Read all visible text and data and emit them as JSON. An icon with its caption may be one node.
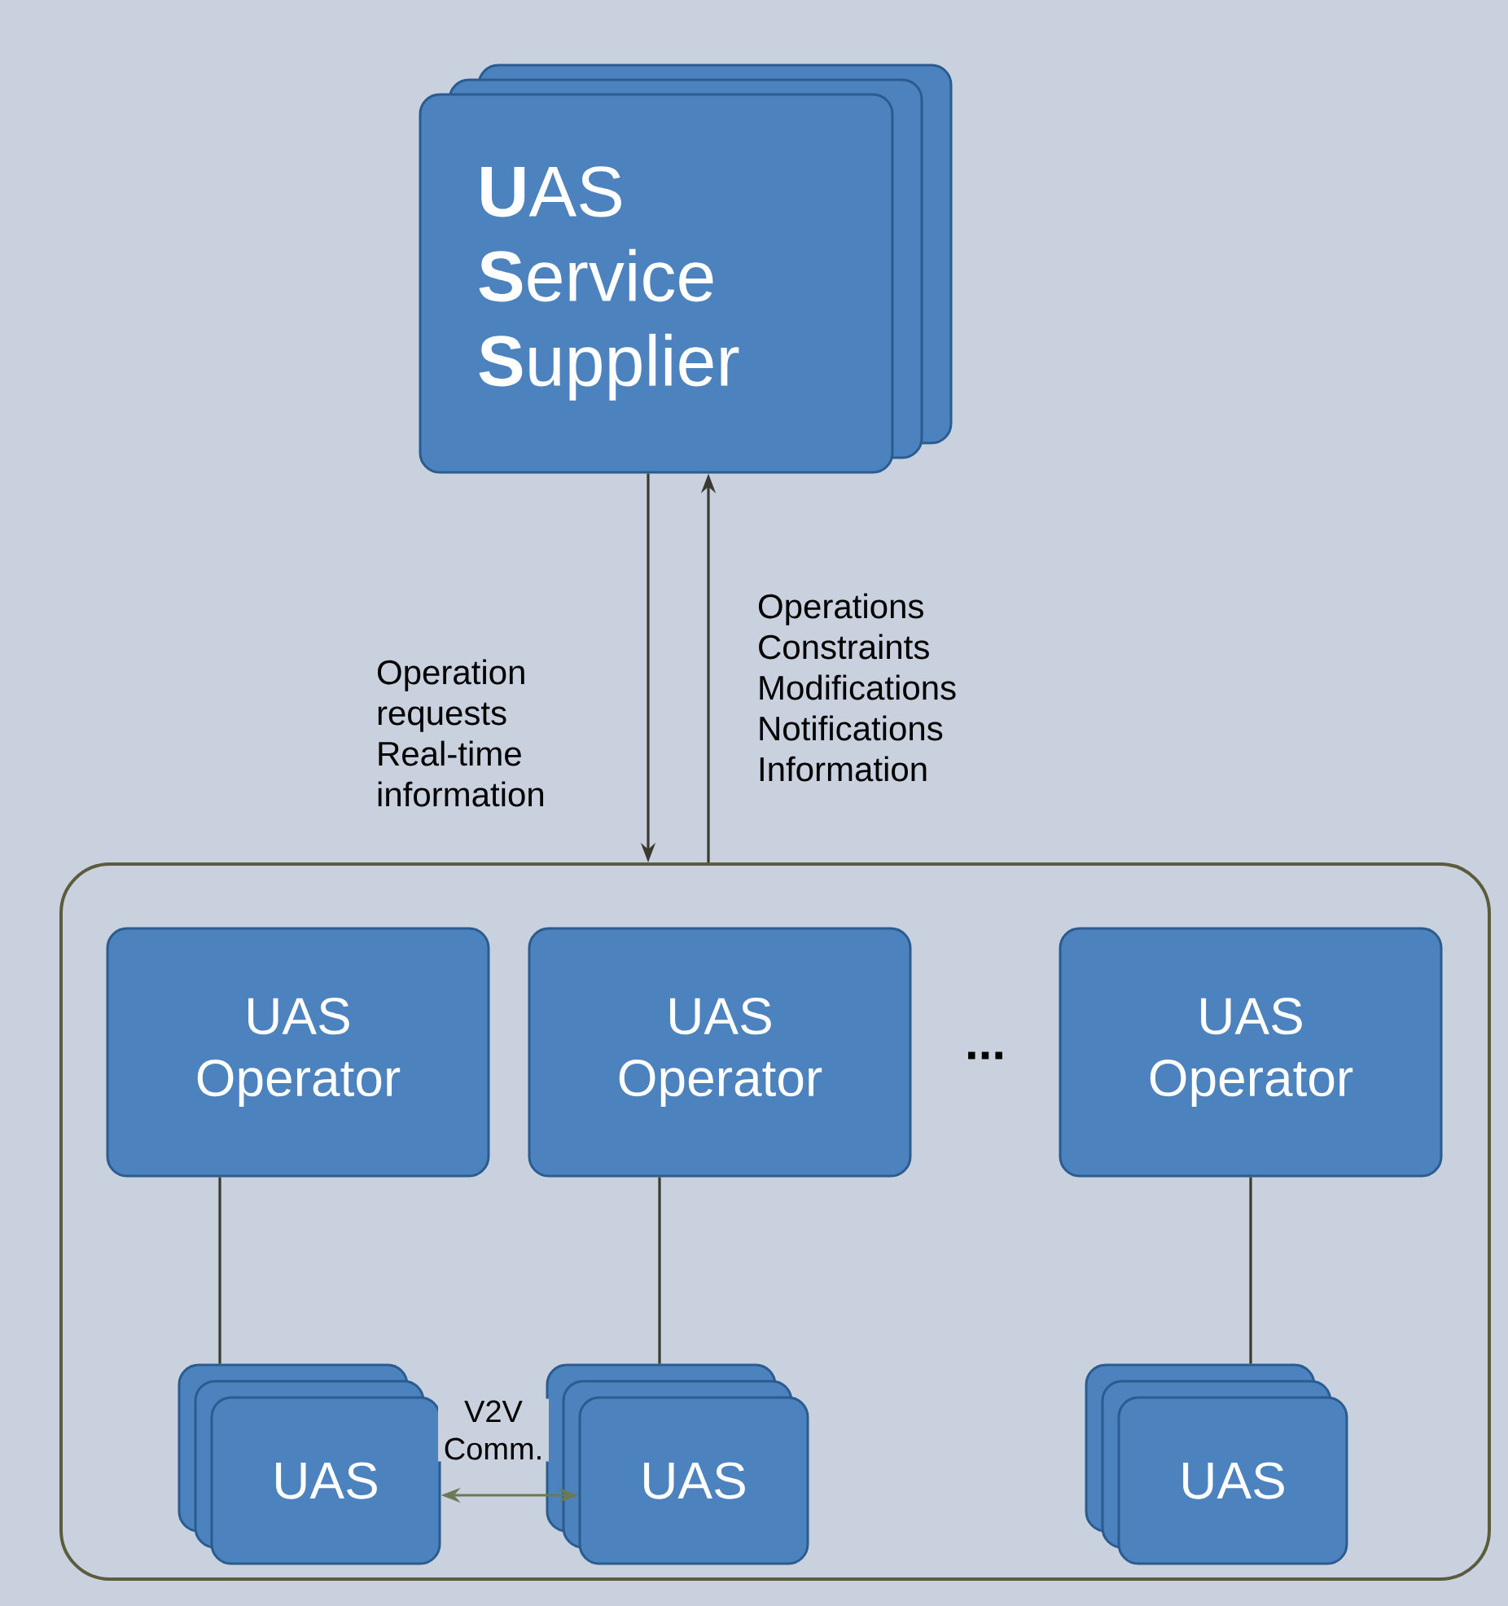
{
  "diagram": {
    "nodes": [
      {
        "text": [
          "**U**AS **S**ervice **S**upplier"
        ]
      },
      {
        "text": [],
        "shape": "box"
      },
      {
        "text": [
          "UAS Operator"
        ],
        "in": 1
      },
      {
        "text": [
          "UAS Operator"
        ],
        "in": 1
      },
      {
        "text": [
          "UAS Operator"
        ],
        "in": 1
      },
      {
        "text": [
          "UAS"
        ],
        "in": 1
      },
      {
        "text": [
          "UAS"
        ],
        "in": 1
      },
      {
        "text": [
          "UAS"
        ],
        "in": 1
      }
    ],
    "edges": [
      {
        "from": 0,
        "to": 1,
        "arrow": "to",
        "label": "Operation requests Real-time information"
      },
      {
        "from": 1,
        "to": 0,
        "arrow": "to",
        "label": "Operations Constraints Modifications Notifications Information"
      },
      {
        "from": 2,
        "to": 5,
        "arrow": "none"
      },
      {
        "from": 3,
        "to": 6,
        "arrow": "none"
      },
      {
        "from": 4,
        "to": 7,
        "arrow": "none"
      },
      {
        "from": 5,
        "to": 6,
        "arrow": "both",
        "label": "V2V Comm.",
        "color": "#6b7a55"
      }
    ],
    "labels": [
      "..."
    ]
  }
}
